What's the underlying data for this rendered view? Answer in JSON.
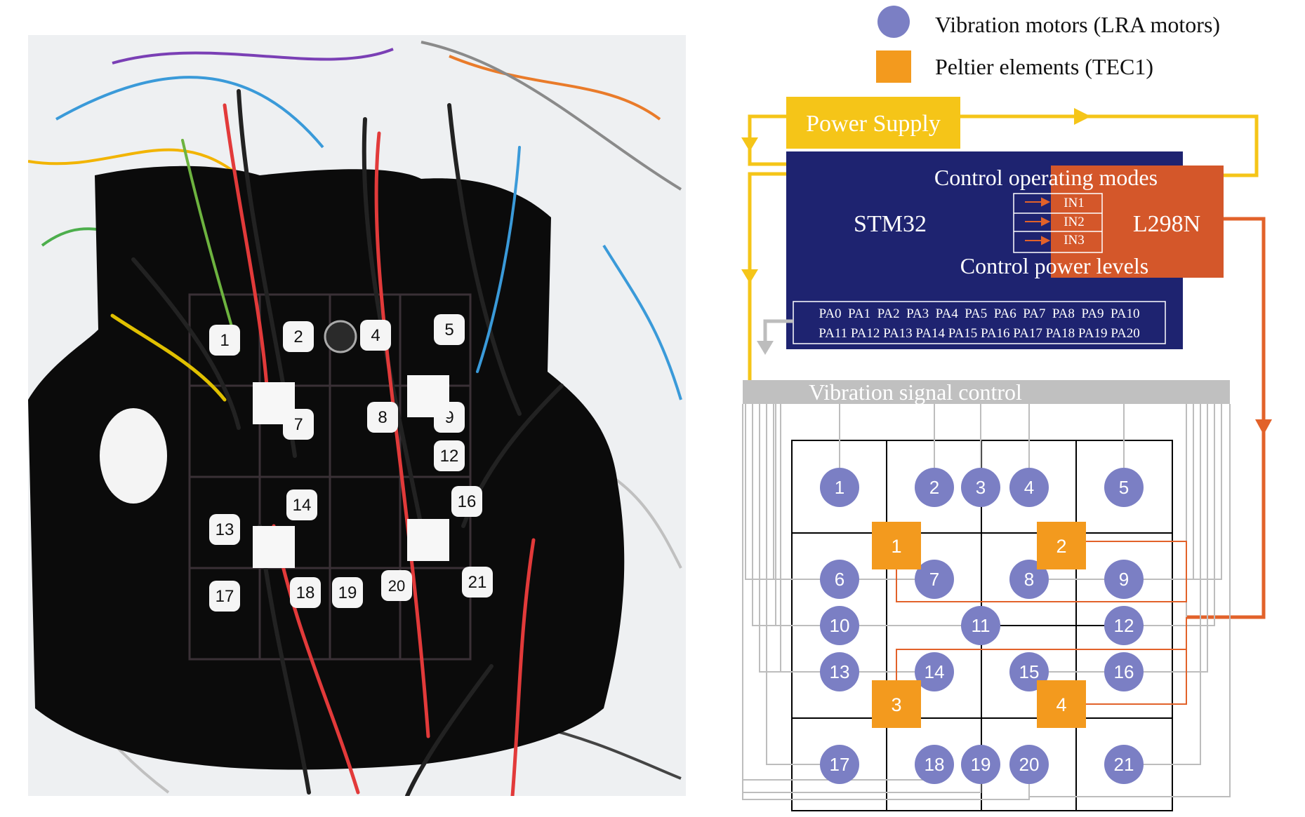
{
  "legend": {
    "motor_label": "Vibration motors (LRA motors)",
    "peltier_label": "Peltier elements (TEC1)"
  },
  "blocks": {
    "power_supply": "Power Supply",
    "stm32": "STM32",
    "l298n": "L298N",
    "modes": "Control operating modes",
    "levels": "Control power levels",
    "in_pins": [
      "IN1",
      "IN2",
      "IN3"
    ],
    "pa_row1": "PA0  PA1  PA2  PA3  PA4  PA5  PA6  PA7  PA8  PA9  PA10",
    "pa_row2": "PA11 PA12 PA13 PA14 PA15 PA16 PA17 PA18 PA19 PA20",
    "signal_bus": "Vibration signal control"
  },
  "motors": [
    "1",
    "2",
    "3",
    "4",
    "5",
    "6",
    "7",
    "8",
    "9",
    "10",
    "11",
    "12",
    "13",
    "14",
    "15",
    "16",
    "17",
    "18",
    "19",
    "20",
    "21"
  ],
  "peltiers": [
    "1",
    "2",
    "3",
    "4"
  ],
  "photo_labels": [
    "1",
    "2",
    "4",
    "5",
    "7",
    "8",
    "9",
    "12",
    "13",
    "14",
    "16",
    "17",
    "18",
    "19",
    "20",
    "21"
  ],
  "colors": {
    "motor": "#7b7fc4",
    "peltier": "#f39a1e",
    "power": "#f5c518",
    "stm32": "#1e2370",
    "l298n": "#d4572a",
    "l298n_line": "#e2622a",
    "bus": "#c0c0c0"
  }
}
